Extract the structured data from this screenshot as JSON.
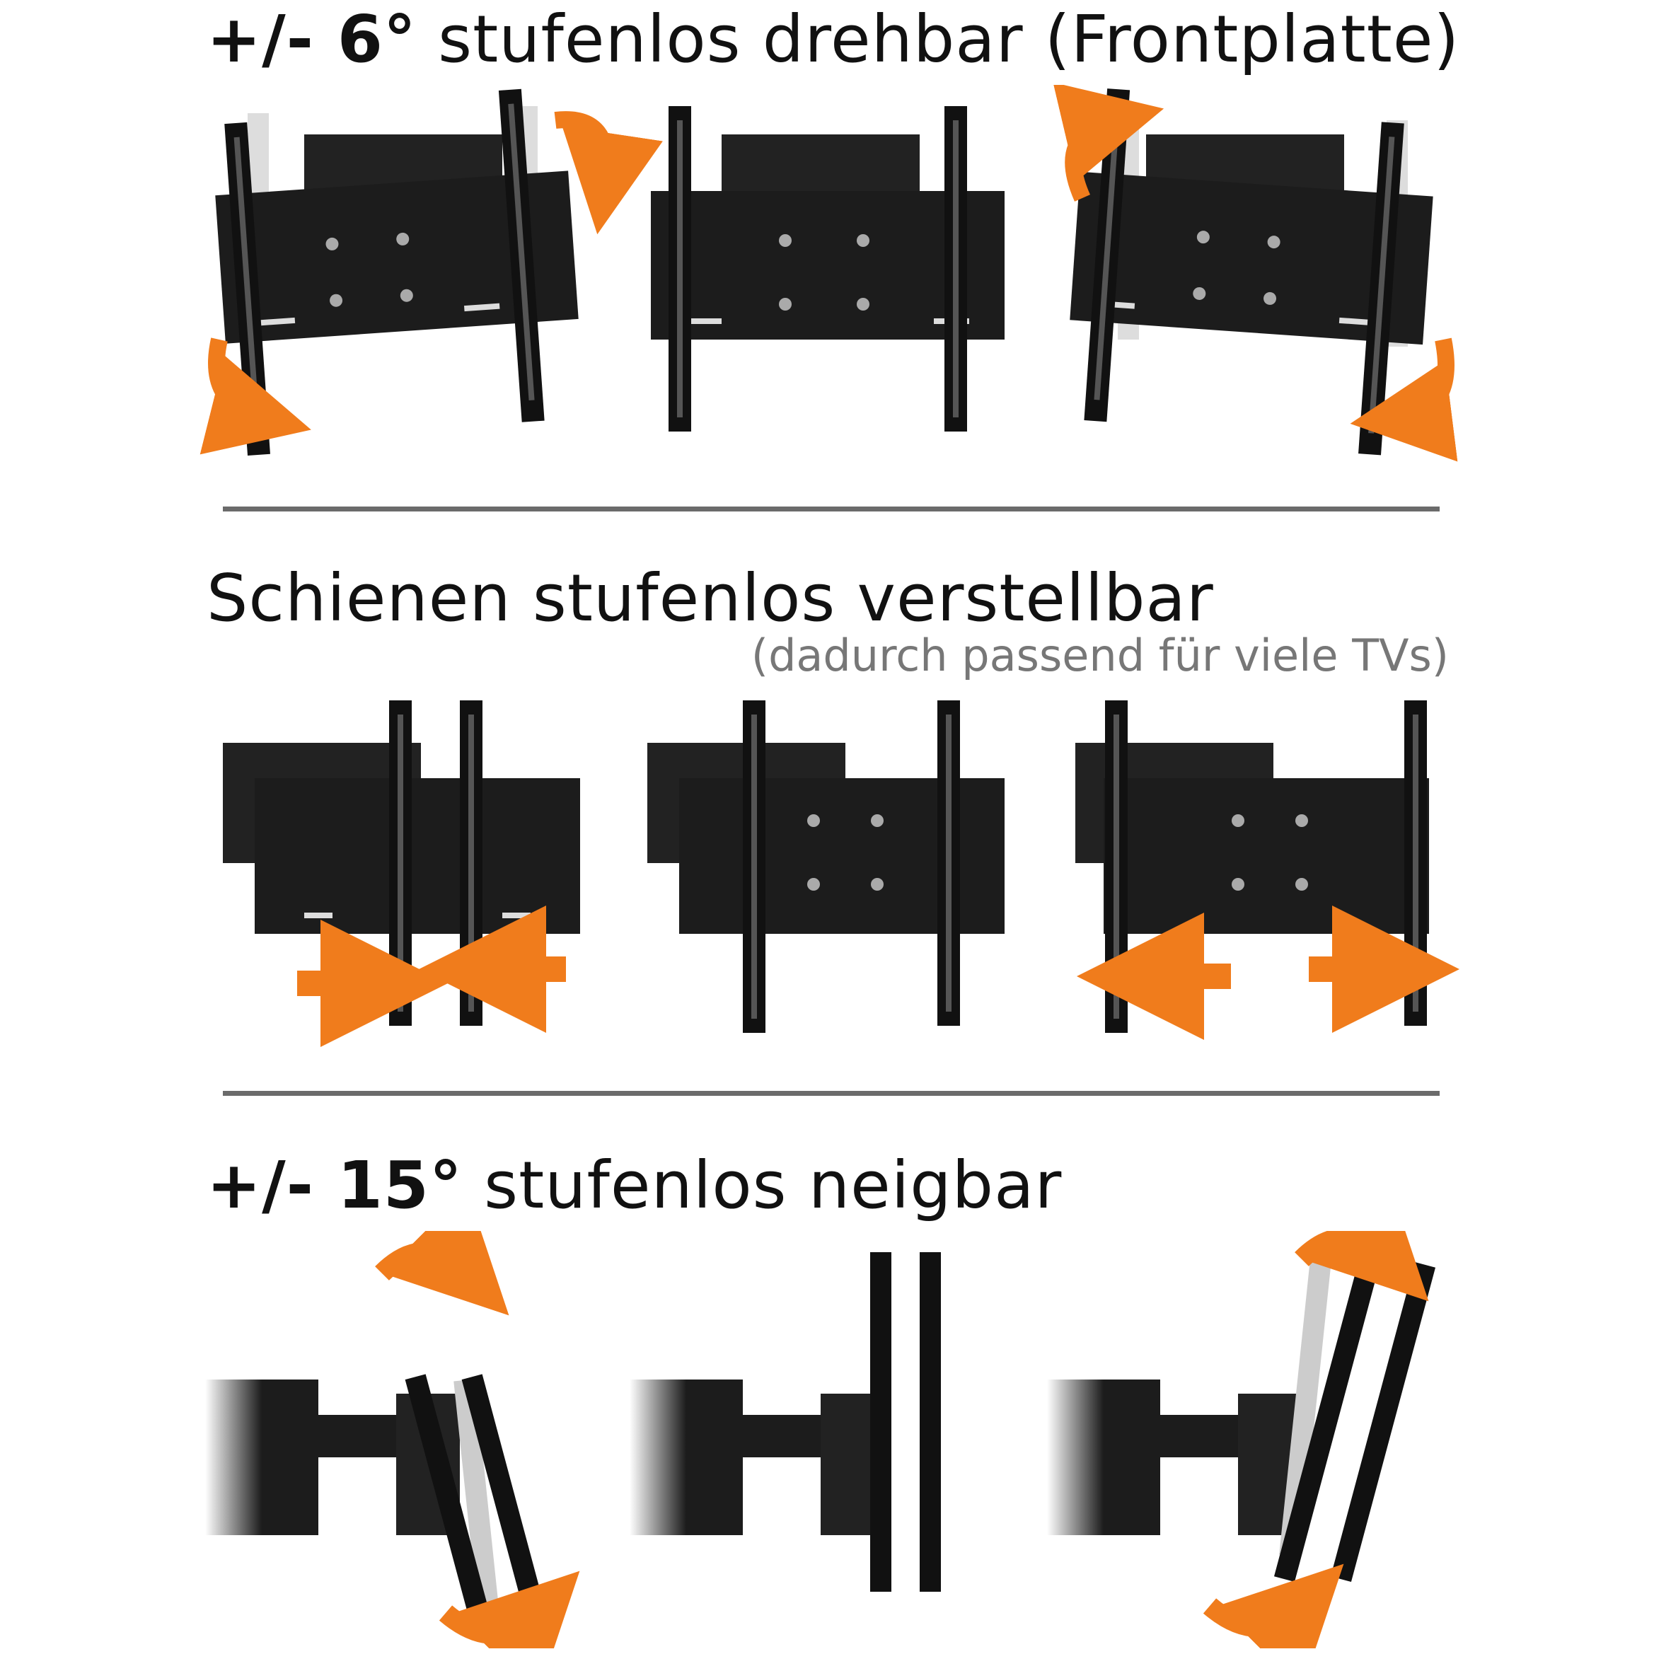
{
  "sections": [
    {
      "heading_bold": "+/- 6°",
      "heading_rest": " stufenlos drehbar (Frontplatte)"
    },
    {
      "heading_bold": "",
      "heading_rest": "Schienen stufenlos verstellbar",
      "subheading": "(dadurch passend für viele TVs)"
    },
    {
      "heading_bold": "+/- 15°",
      "heading_rest": " stufenlos neigbar"
    }
  ],
  "colors": {
    "text": "#111111",
    "divider": "#6b6b6b",
    "subheading": "#777777",
    "arrow": "#f07c1c",
    "metal": "#1c1c1c"
  },
  "icons": [
    "rotate-arrow-icon",
    "slide-arrow-icon",
    "tilt-arrow-icon"
  ]
}
